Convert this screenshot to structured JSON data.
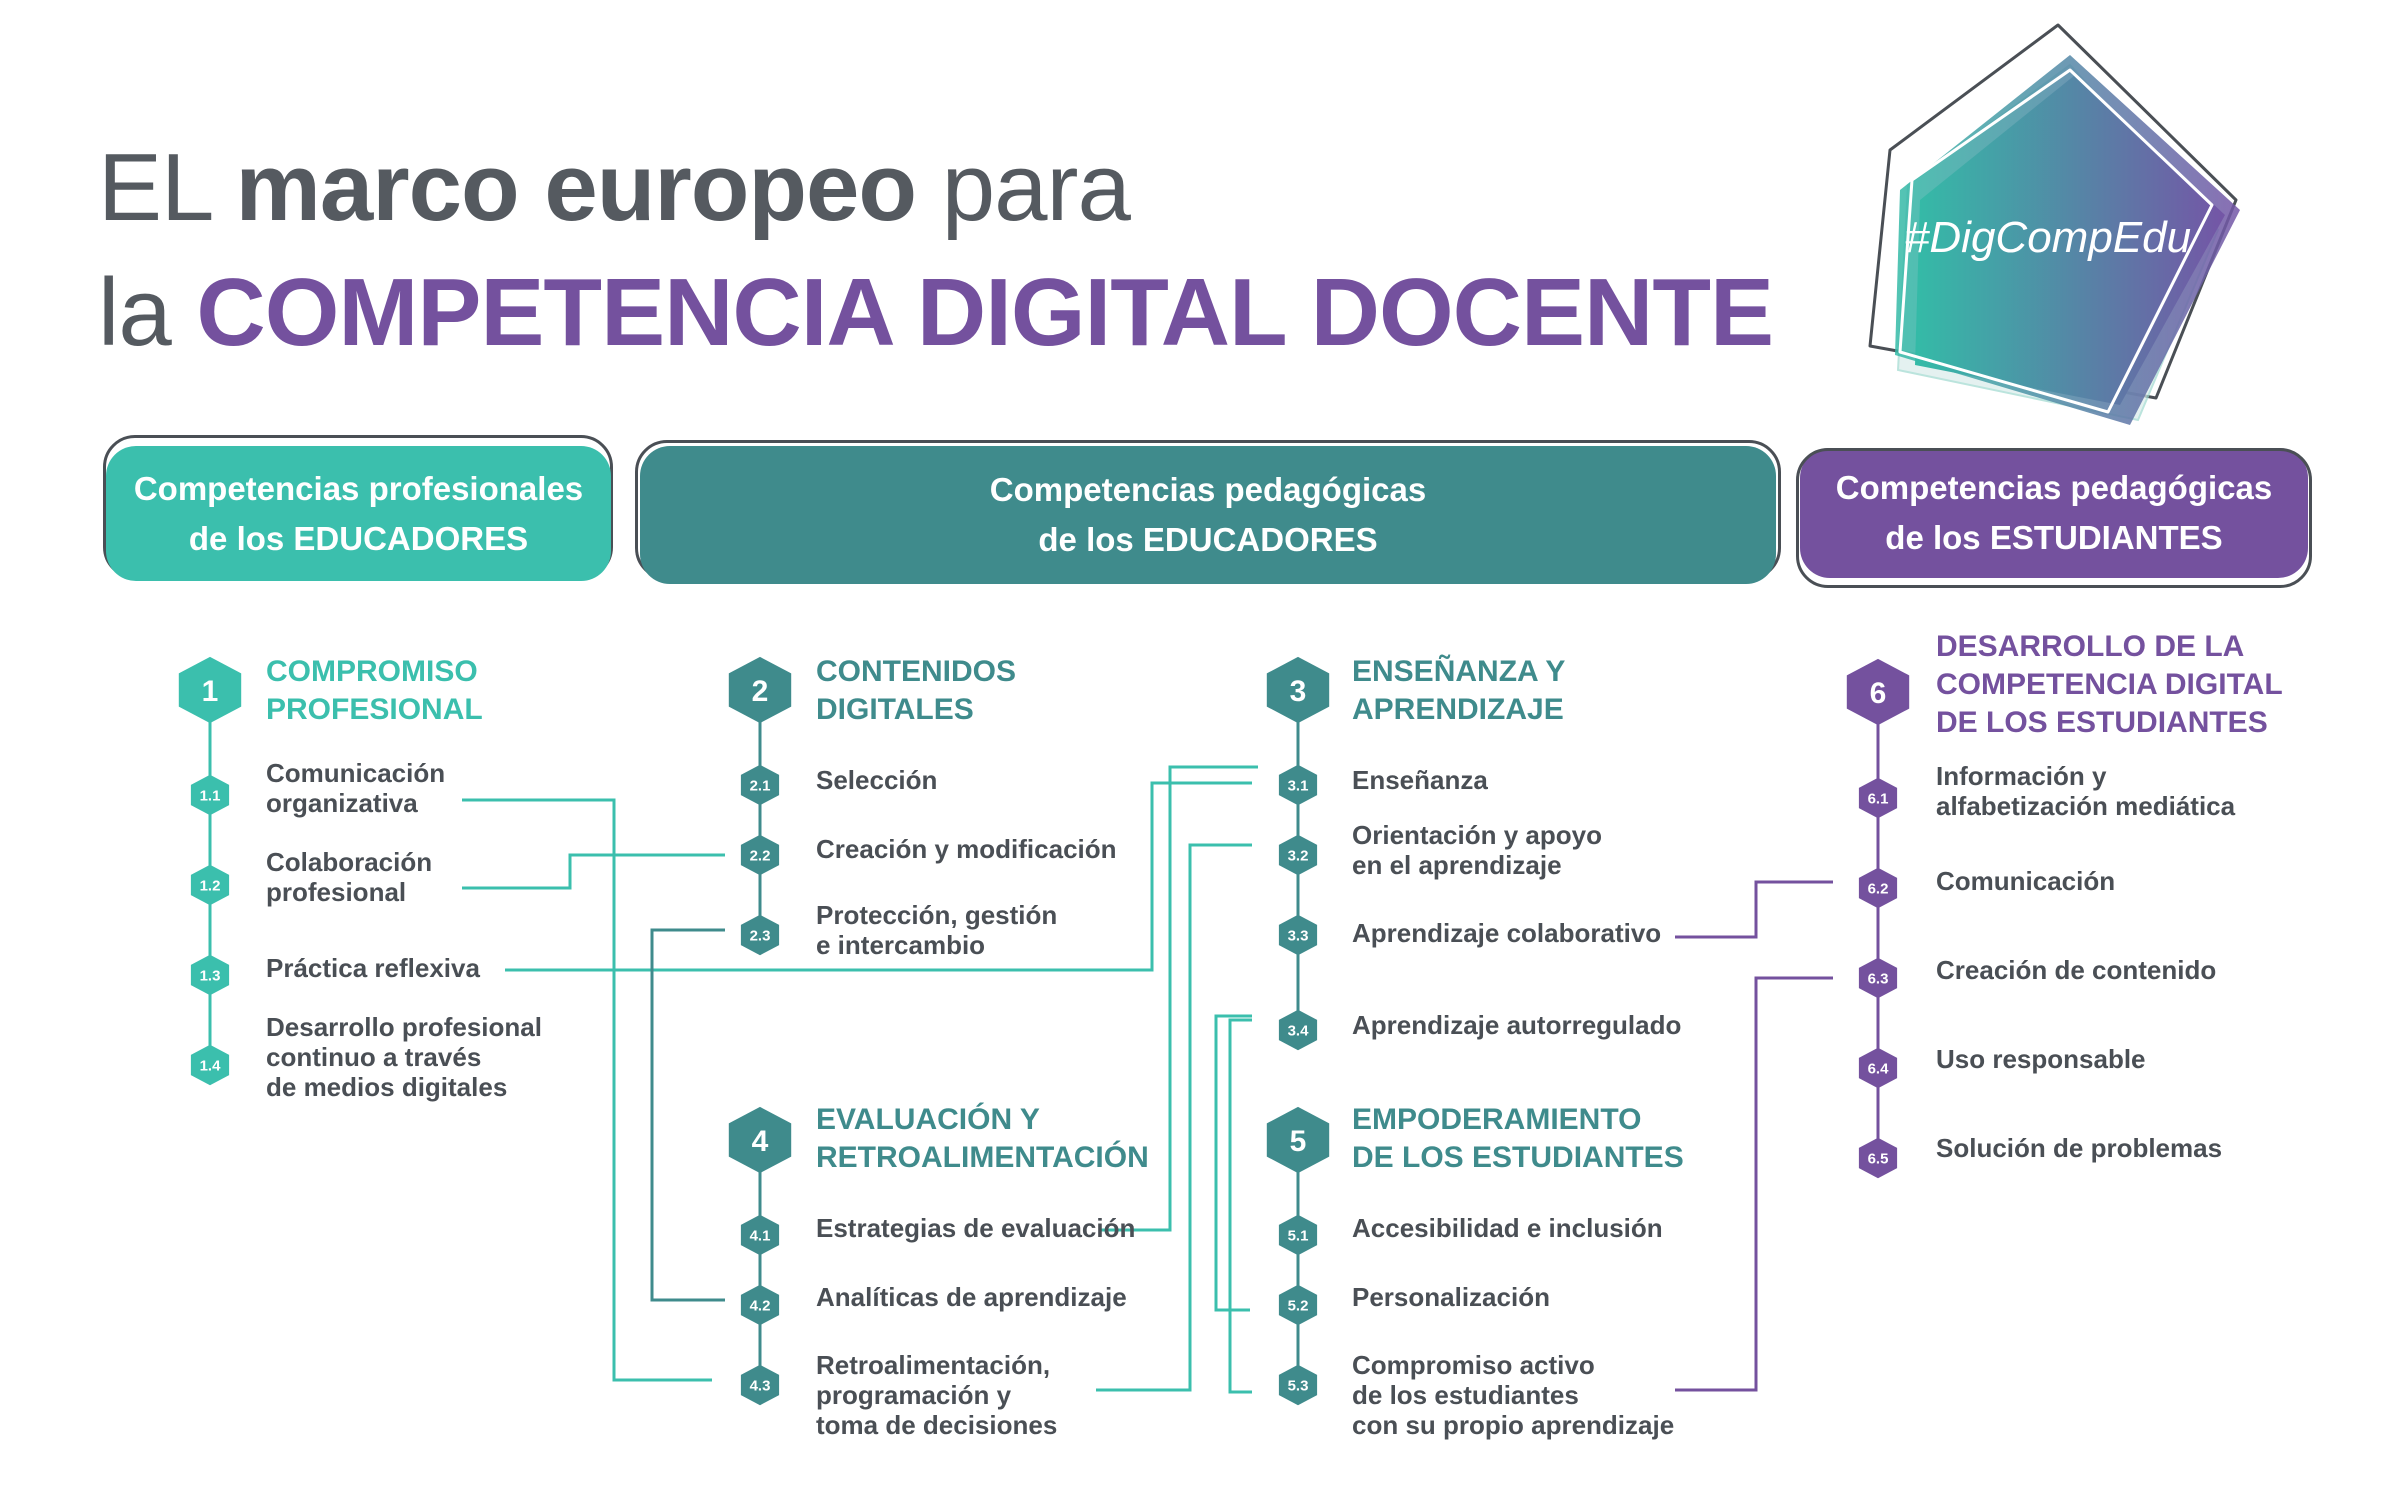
{
  "title": {
    "line1_a": "EL ",
    "line1_b": "marco europeo",
    "line1_c": " para",
    "line2_a": "la ",
    "line2_b": "COMPETENCIA DIGITAL DOCENTE"
  },
  "logo": {
    "text": "#DigCompEdu",
    "icon": "pentagon-logo-icon"
  },
  "headers": [
    {
      "line1": "Competencias profesionales",
      "line2": "de los EDUCADORES",
      "color": "#3bbfad"
    },
    {
      "line1": "Competencias pedagógicas",
      "line2": "de los EDUCADORES",
      "color": "#3f8b8c"
    },
    {
      "line1": "Competencias pedagógicas",
      "line2": "de los ESTUDIANTES",
      "color": "#74519e"
    }
  ],
  "colors": {
    "teal": "#3bbfad",
    "dark_teal": "#3f8b8c",
    "purple": "#74519e",
    "text": "#4a4f55"
  },
  "areas": {
    "a1": {
      "number": "1",
      "title": [
        "COMPROMISO",
        "PROFESIONAL"
      ],
      "items": [
        {
          "num": "1.1",
          "text": [
            "Comunicación",
            "organizativa"
          ]
        },
        {
          "num": "1.2",
          "text": [
            "Colaboración",
            "profesional"
          ]
        },
        {
          "num": "1.3",
          "text": [
            "Práctica reflexiva"
          ]
        },
        {
          "num": "1.4",
          "text": [
            "Desarrollo profesional",
            "continuo a través",
            "de medios digitales"
          ]
        }
      ]
    },
    "a2": {
      "number": "2",
      "title": [
        "CONTENIDOS",
        "DIGITALES"
      ],
      "items": [
        {
          "num": "2.1",
          "text": [
            "Selección"
          ]
        },
        {
          "num": "2.2",
          "text": [
            "Creación y modificación"
          ]
        },
        {
          "num": "2.3",
          "text": [
            "Protección, gestión",
            "e intercambio"
          ]
        }
      ]
    },
    "a3": {
      "number": "3",
      "title": [
        "ENSEÑANZA Y",
        "APRENDIZAJE"
      ],
      "items": [
        {
          "num": "3.1",
          "text": [
            "Enseñanza"
          ]
        },
        {
          "num": "3.2",
          "text": [
            "Orientación y apoyo",
            "en el aprendizaje"
          ]
        },
        {
          "num": "3.3",
          "text": [
            "Aprendizaje colaborativo"
          ]
        },
        {
          "num": "3.4",
          "text": [
            "Aprendizaje autorregulado"
          ]
        }
      ]
    },
    "a4": {
      "number": "4",
      "title": [
        "EVALUACIÓN Y",
        "RETROALIMENTACIÓN"
      ],
      "items": [
        {
          "num": "4.1",
          "text": [
            "Estrategias de evaluación"
          ]
        },
        {
          "num": "4.2",
          "text": [
            "Analíticas de aprendizaje"
          ]
        },
        {
          "num": "4.3",
          "text": [
            "Retroalimentación,",
            "programación y",
            "toma de decisiones"
          ]
        }
      ]
    },
    "a5": {
      "number": "5",
      "title": [
        "EMPODERAMIENTO",
        "DE LOS ESTUDIANTES"
      ],
      "items": [
        {
          "num": "5.1",
          "text": [
            "Accesibilidad e inclusión"
          ]
        },
        {
          "num": "5.2",
          "text": [
            "Personalización"
          ]
        },
        {
          "num": "5.3",
          "text": [
            "Compromiso activo",
            "de los estudiantes",
            "con su propio aprendizaje"
          ]
        }
      ]
    },
    "a6": {
      "number": "6",
      "title": [
        "DESARROLLO DE LA",
        "COMPETENCIA DIGITAL",
        "DE LOS ESTUDIANTES"
      ],
      "items": [
        {
          "num": "6.1",
          "text": [
            "Información y",
            "alfabetización mediática"
          ]
        },
        {
          "num": "6.2",
          "text": [
            "Comunicación"
          ]
        },
        {
          "num": "6.3",
          "text": [
            "Creación de contenido"
          ]
        },
        {
          "num": "6.4",
          "text": [
            "Uso responsable"
          ]
        },
        {
          "num": "6.5",
          "text": [
            "Solución de problemas"
          ]
        }
      ]
    }
  }
}
